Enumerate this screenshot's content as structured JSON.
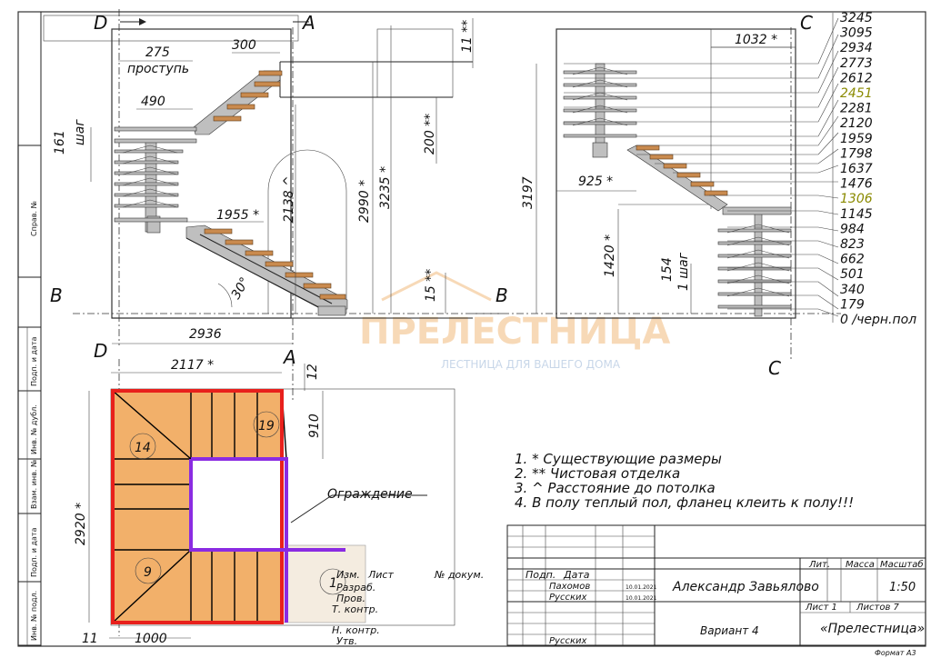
{
  "section_labels": {
    "d_top": "D",
    "a_top": "A",
    "c_top": "C",
    "b_left": "B",
    "b_right": "B",
    "d_plan": "D",
    "a_plan": "A",
    "c_bottom": "C"
  },
  "elevation_left": {
    "dim_275": "275",
    "dim_proступь": "проступь",
    "dim_300": "300",
    "dim_490": "490",
    "dim_161": "161",
    "dim_shag": "шаг",
    "dim_1955": "1955 *",
    "dim_2138": "2138 ^",
    "dim_2990": "2990 *",
    "dim_3235": "3235 *",
    "dim_200": "200 **",
    "dim_11": "11 **",
    "dim_15": "15 **",
    "angle": "30°",
    "dim_2936": "2936"
  },
  "elevation_right": {
    "dim_1032": "1032 *",
    "dim_3197": "3197",
    "dim_925": "925 *",
    "dim_1420": "1420 *",
    "dim_154": "154",
    "dim_1shag": "1 шаг"
  },
  "levels": [
    "3245",
    "3095",
    "2934",
    "2773",
    "2612",
    "2451",
    "2281",
    "2120",
    "1959",
    "1798",
    "1637",
    "1476",
    "1306",
    "1145",
    "984",
    "823",
    "662",
    "501",
    "340",
    "179",
    "0 /черн.пол"
  ],
  "highlight_color": "#8a8a00",
  "plan": {
    "dim_2117": "2117 *",
    "dim_12": "12",
    "dim_910": "910",
    "dim_2920": "2920 *",
    "dim_11": "11",
    "dim_1000": "1000",
    "step_14": "14",
    "step_19": "19",
    "step_9": "9",
    "step_1": "1",
    "railing_label": "Ограждение",
    "frame_color": "#e8201c",
    "railing_color": "#8a2be2",
    "floor_color": "#f2b06a"
  },
  "notes": [
    "1.   * Существующие размеры",
    "2.   ** Чистовая отделка",
    "3.    ^ Расстояние до потолка",
    "4.   В полу теплый пол, фланец клеить к полу!!!"
  ],
  "watermark": {
    "title": "ПРЕЛЕСТНИЦА",
    "subtitle": "ЛЕСТНИЦА ДЛЯ ВАШЕГО ДОМА"
  },
  "side_stamp": [
    "Справ. №",
    "Подп. и дата",
    "Инв. № дубл.",
    "Взам. инв. №",
    "Подп. и дата",
    "Инв. № подл."
  ],
  "title_block": {
    "izm": "Изм.",
    "list": "Лист",
    "doc": "№ докум.",
    "podp": "Подп.",
    "data": "Дата",
    "razrab": "Разраб.",
    "prov": "Пров.",
    "tkontr": "Т. контр.",
    "nkontr": "Н. контр.",
    "utv": "Утв.",
    "name1": "Пахомов",
    "name2": "Русских",
    "name3": "Русских",
    "date1": "10.01.2021",
    "date2": "10.01.2021",
    "author": "Александр Завьялово",
    "lit": "Лит.",
    "massa": "Масса",
    "masshtab": "Масштаб",
    "scale": "1:50",
    "list1": "Лист 1",
    "listov": "Листов 7",
    "variant": "Вариант 4",
    "company": "«Прелестница»",
    "format": "Формат А3"
  }
}
